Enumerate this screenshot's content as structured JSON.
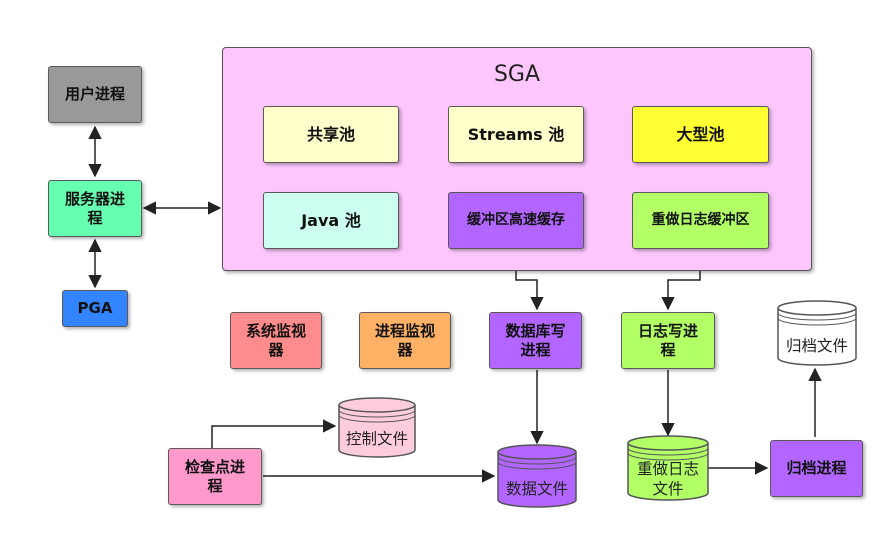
{
  "sga": {
    "title": "SGA",
    "color": "#fdc7fd"
  },
  "processes": {
    "user_process": {
      "label": "用户进程",
      "color": "#999999"
    },
    "server_process": {
      "label_line1": "服务器进",
      "label_line2": "程",
      "color": "#66ffb2"
    },
    "pga": {
      "label": "PGA",
      "color": "#3385ff"
    },
    "smon": {
      "label_line1": "系统监视",
      "label_line2": "器",
      "color": "#ff8c8c"
    },
    "pmon": {
      "label_line1": "进程监视",
      "label_line2": "器",
      "color": "#ffb266"
    },
    "dbwr": {
      "label_line1": "数据库写",
      "label_line2": "进程",
      "color": "#b266ff"
    },
    "lgwr": {
      "label_line1": "日志写进",
      "label_line2": "程",
      "color": "#b2ff66"
    },
    "ckpt": {
      "label_line1": "检查点进",
      "label_line2": "程",
      "color": "#ff99cc"
    },
    "arch": {
      "label": "归档进程",
      "color": "#b266ff"
    }
  },
  "pools": {
    "shared_pool": {
      "label": "共享池",
      "color": "#ffffcc"
    },
    "streams_pool": {
      "label": "Streams 池",
      "color": "#ffffcc"
    },
    "large_pool": {
      "label": "大型池",
      "color": "#ffff33"
    },
    "java_pool": {
      "label": "Java 池",
      "color": "#ccfff0"
    },
    "buffer_cache": {
      "label": "缓冲区高速缓存",
      "color": "#b266ff"
    },
    "redo_buffer": {
      "label": "重做日志缓冲区",
      "color": "#b2ff66"
    }
  },
  "files": {
    "control_file": {
      "label": "控制文件",
      "color": "#ffccdd"
    },
    "data_file": {
      "label": "数据文件",
      "color": "#b266ff"
    },
    "redo_log_file": {
      "label_line1": "重做日志",
      "label_line2": "文件",
      "color": "#b2ff66"
    },
    "archive_file": {
      "label": "归档文件",
      "color": "#ffffff"
    }
  }
}
